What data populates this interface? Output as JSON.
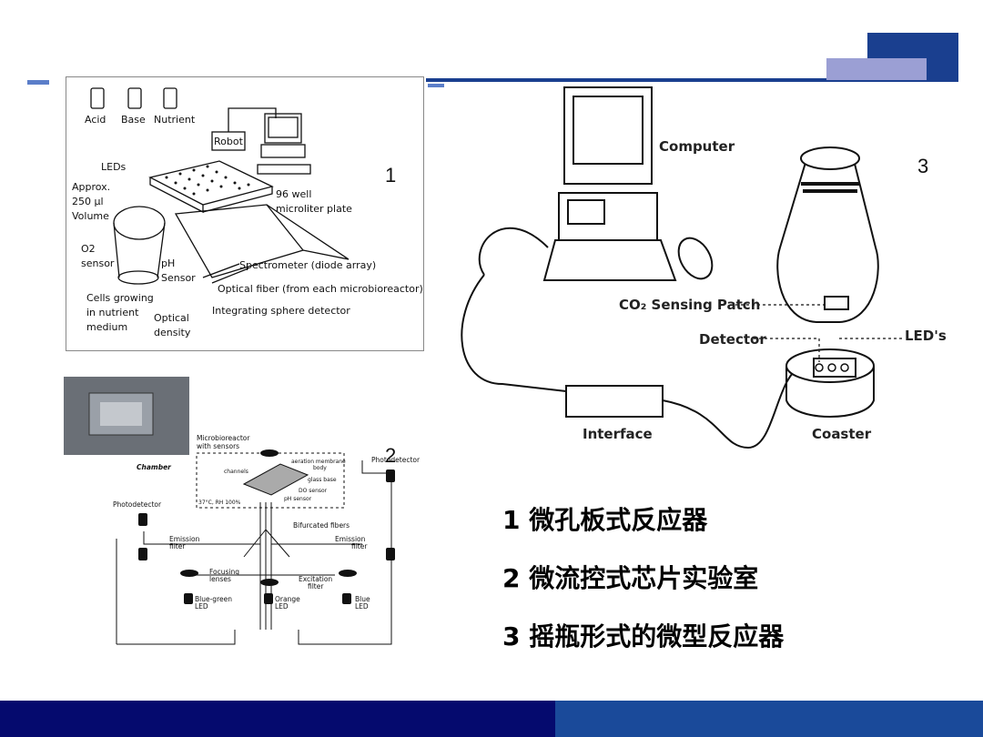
{
  "figures": {
    "fig1": {
      "number": "1",
      "labels": {
        "acid": "Acid",
        "base": "Base",
        "nutrient": "Nutrient",
        "robot": "Robot",
        "leds": "LEDs",
        "approx": "Approx.",
        "volume_amt": "250 μl",
        "volume": "Volume",
        "plate_a": "96 well",
        "plate_b": "microliter plate",
        "o2": "O2",
        "sensor": "sensor",
        "ph": "pH",
        "ph_sensor": "Sensor",
        "spectrometer": "Spectrometer (diode array)",
        "optical_fiber": "Optical fiber (from each microbioreactor)",
        "integrating": "Integrating sphere detector",
        "cells_a": "Cells growing",
        "cells_b": "in nutrient",
        "cells_c": "medium",
        "optical_a": "Optical",
        "optical_b": "density"
      }
    },
    "fig2": {
      "number": "2",
      "labels": {
        "chamber": "Chamber",
        "microbioreactor_a": "Microbioreactor",
        "microbioreactor_b": "with sensors",
        "photodetector_top": "Photodetector",
        "aeration_a": "aeration membrane",
        "aeration_b": "body",
        "glass_base": "glass base",
        "channels": "channels",
        "do_sensor": "DO sensor",
        "ph_sensor": "pH sensor",
        "temp": "37°C, RH 100%",
        "photodetector_left": "Photodetector",
        "bifurcated": "Bifurcated fibers",
        "emission_left_a": "Emission",
        "emission_left_b": "filter",
        "emission_right_a": "Emission",
        "emission_right_b": "filter",
        "focusing_a": "Focusing",
        "focusing_b": "lenses",
        "excitation_a": "Excitation",
        "excitation_b": "filter",
        "blue_green_a": "Blue-green",
        "blue_green_b": "LED",
        "orange_a": "Orange",
        "orange_b": "LED",
        "blue_a": "Blue",
        "blue_b": "LED"
      }
    },
    "fig3": {
      "number": "3",
      "labels": {
        "computer": "Computer",
        "co2_patch": "CO₂ Sensing Patch",
        "detector": "Detector",
        "leds": "LED's",
        "interface": "Interface",
        "coaster": "Coaster"
      }
    }
  },
  "captions": [
    "1 微孔板式反应器",
    "2 微流控式芯片实验室",
    "3 摇瓶形式的微型反应器"
  ],
  "colors": {
    "header_blue": "#1a3f8f",
    "header_lavender": "#9b9fd4",
    "footer_navy": "#050a6e",
    "footer_blue": "#1a4a9a"
  }
}
